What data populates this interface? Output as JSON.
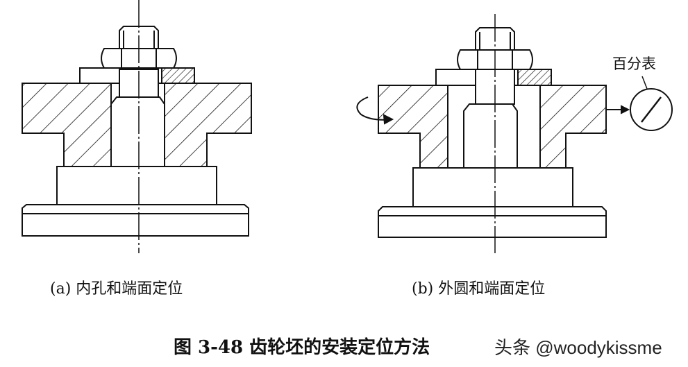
{
  "subfigures": [
    {
      "label": "(a) 内孔和端面定位"
    },
    {
      "label": "(b) 外圆和端面定位"
    }
  ],
  "gauge_label": "百分表",
  "figure_caption": "图 3-48   齿轮坯的安装定位方法",
  "watermark": "头条 @woodykissme"
}
